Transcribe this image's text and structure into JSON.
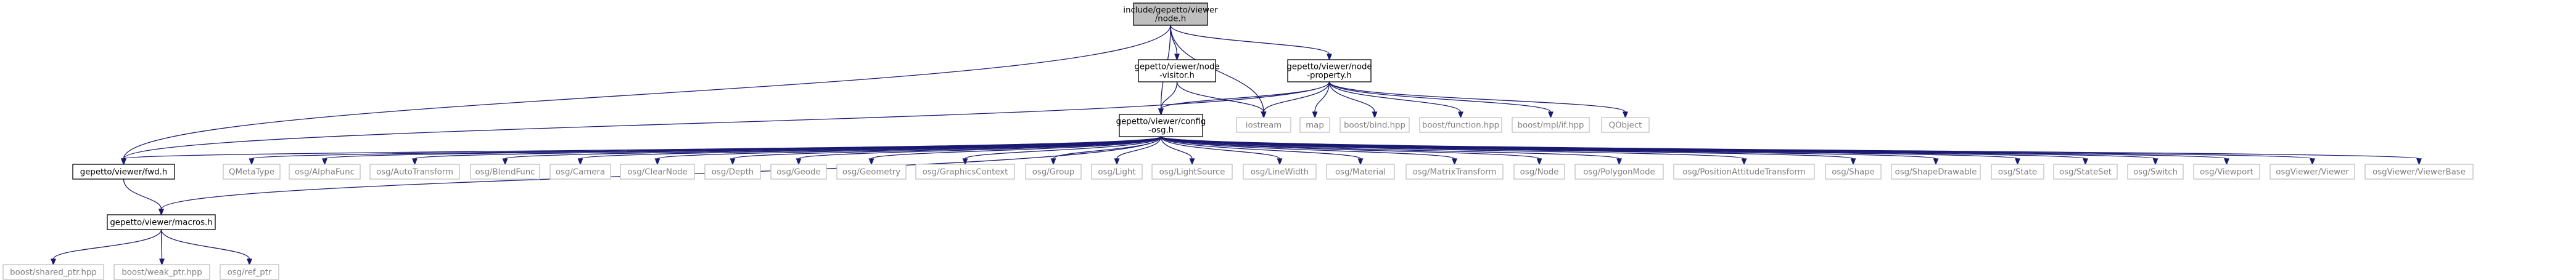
{
  "colors": {
    "edge": "#191970",
    "root_fill": "#bfbfbf",
    "internal_stroke": "#000000",
    "external_stroke": "#bfbfbf",
    "external_text": "#7f7f7f"
  },
  "nodes": [
    {
      "id": "node_h",
      "kind": "root",
      "lines": [
        "include/gepetto/viewer",
        "/node.h"
      ]
    },
    {
      "id": "node_visitor",
      "kind": "internal",
      "lines": [
        "gepetto/viewer/node",
        "-visitor.h"
      ]
    },
    {
      "id": "node_property",
      "kind": "internal",
      "lines": [
        "gepetto/viewer/node",
        "-property.h"
      ]
    },
    {
      "id": "config_osg",
      "kind": "internal",
      "lines": [
        "gepetto/viewer/config",
        "-osg.h"
      ]
    },
    {
      "id": "fwd",
      "kind": "internal",
      "lines": [
        "gepetto/viewer/fwd.h"
      ]
    },
    {
      "id": "macros",
      "kind": "internal",
      "lines": [
        "gepetto/viewer/macros.h"
      ]
    },
    {
      "id": "iostream",
      "kind": "external",
      "lines": [
        "iostream"
      ]
    },
    {
      "id": "map",
      "kind": "external",
      "lines": [
        "map"
      ]
    },
    {
      "id": "boost_bind",
      "kind": "external",
      "lines": [
        "boost/bind.hpp"
      ]
    },
    {
      "id": "boost_function",
      "kind": "external",
      "lines": [
        "boost/function.hpp"
      ]
    },
    {
      "id": "boost_mpl_if",
      "kind": "external",
      "lines": [
        "boost/mpl/if.hpp"
      ]
    },
    {
      "id": "qobject",
      "kind": "external",
      "lines": [
        "QObject"
      ]
    },
    {
      "id": "qmetatype",
      "kind": "external",
      "lines": [
        "QMetaType"
      ]
    },
    {
      "id": "osg_alphafunc",
      "kind": "external",
      "lines": [
        "osg/AlphaFunc"
      ]
    },
    {
      "id": "osg_autotransform",
      "kind": "external",
      "lines": [
        "osg/AutoTransform"
      ]
    },
    {
      "id": "osg_blendfunc",
      "kind": "external",
      "lines": [
        "osg/BlendFunc"
      ]
    },
    {
      "id": "osg_camera",
      "kind": "external",
      "lines": [
        "osg/Camera"
      ]
    },
    {
      "id": "osg_clearnode",
      "kind": "external",
      "lines": [
        "osg/ClearNode"
      ]
    },
    {
      "id": "osg_depth",
      "kind": "external",
      "lines": [
        "osg/Depth"
      ]
    },
    {
      "id": "osg_geode",
      "kind": "external",
      "lines": [
        "osg/Geode"
      ]
    },
    {
      "id": "osg_geometry",
      "kind": "external",
      "lines": [
        "osg/Geometry"
      ]
    },
    {
      "id": "osg_graphicscontext",
      "kind": "external",
      "lines": [
        "osg/GraphicsContext"
      ]
    },
    {
      "id": "osg_group",
      "kind": "external",
      "lines": [
        "osg/Group"
      ]
    },
    {
      "id": "osg_light",
      "kind": "external",
      "lines": [
        "osg/Light"
      ]
    },
    {
      "id": "osg_lightsource",
      "kind": "external",
      "lines": [
        "osg/LightSource"
      ]
    },
    {
      "id": "osg_linewidth",
      "kind": "external",
      "lines": [
        "osg/LineWidth"
      ]
    },
    {
      "id": "osg_material",
      "kind": "external",
      "lines": [
        "osg/Material"
      ]
    },
    {
      "id": "osg_matrixtransform",
      "kind": "external",
      "lines": [
        "osg/MatrixTransform"
      ]
    },
    {
      "id": "osg_node",
      "kind": "external",
      "lines": [
        "osg/Node"
      ]
    },
    {
      "id": "osg_polygonmode",
      "kind": "external",
      "lines": [
        "osg/PolygonMode"
      ]
    },
    {
      "id": "osg_pat",
      "kind": "external",
      "lines": [
        "osg/PositionAttitudeTransform"
      ]
    },
    {
      "id": "osg_shape",
      "kind": "external",
      "lines": [
        "osg/Shape"
      ]
    },
    {
      "id": "osg_shapedrawable",
      "kind": "external",
      "lines": [
        "osg/ShapeDrawable"
      ]
    },
    {
      "id": "osg_state",
      "kind": "external",
      "lines": [
        "osg/State"
      ]
    },
    {
      "id": "osg_stateset",
      "kind": "external",
      "lines": [
        "osg/StateSet"
      ]
    },
    {
      "id": "osg_switch",
      "kind": "external",
      "lines": [
        "osg/Switch"
      ]
    },
    {
      "id": "osg_viewport",
      "kind": "external",
      "lines": [
        "osg/Viewport"
      ]
    },
    {
      "id": "osgviewer_viewer",
      "kind": "external",
      "lines": [
        "osgViewer/Viewer"
      ]
    },
    {
      "id": "osgviewer_viewerbase",
      "kind": "external",
      "lines": [
        "osgViewer/ViewerBase"
      ]
    },
    {
      "id": "boost_shared_ptr",
      "kind": "external",
      "lines": [
        "boost/shared_ptr.hpp"
      ]
    },
    {
      "id": "boost_weak_ptr",
      "kind": "external",
      "lines": [
        "boost/weak_ptr.hpp"
      ]
    },
    {
      "id": "osg_ref_ptr",
      "kind": "external",
      "lines": [
        "osg/ref_ptr"
      ]
    }
  ],
  "edges": [
    [
      "node_h",
      "node_visitor"
    ],
    [
      "node_h",
      "node_property"
    ],
    [
      "node_h",
      "config_osg"
    ],
    [
      "node_h",
      "iostream"
    ],
    [
      "node_h",
      "fwd"
    ],
    [
      "node_visitor",
      "config_osg"
    ],
    [
      "node_visitor",
      "iostream"
    ],
    [
      "node_property",
      "iostream"
    ],
    [
      "node_property",
      "map"
    ],
    [
      "node_property",
      "boost_bind"
    ],
    [
      "node_property",
      "boost_function"
    ],
    [
      "node_property",
      "boost_mpl_if"
    ],
    [
      "node_property",
      "qobject"
    ],
    [
      "node_property",
      "fwd"
    ],
    [
      "node_property",
      "config_osg"
    ],
    [
      "config_osg",
      "fwd"
    ],
    [
      "config_osg",
      "macros"
    ],
    [
      "config_osg",
      "qmetatype"
    ],
    [
      "config_osg",
      "osg_alphafunc"
    ],
    [
      "config_osg",
      "osg_autotransform"
    ],
    [
      "config_osg",
      "osg_blendfunc"
    ],
    [
      "config_osg",
      "osg_camera"
    ],
    [
      "config_osg",
      "osg_clearnode"
    ],
    [
      "config_osg",
      "osg_depth"
    ],
    [
      "config_osg",
      "osg_geode"
    ],
    [
      "config_osg",
      "osg_geometry"
    ],
    [
      "config_osg",
      "osg_graphicscontext"
    ],
    [
      "config_osg",
      "osg_group"
    ],
    [
      "config_osg",
      "osg_light"
    ],
    [
      "config_osg",
      "osg_lightsource"
    ],
    [
      "config_osg",
      "osg_linewidth"
    ],
    [
      "config_osg",
      "osg_material"
    ],
    [
      "config_osg",
      "osg_matrixtransform"
    ],
    [
      "config_osg",
      "osg_node"
    ],
    [
      "config_osg",
      "osg_polygonmode"
    ],
    [
      "config_osg",
      "osg_pat"
    ],
    [
      "config_osg",
      "osg_shape"
    ],
    [
      "config_osg",
      "osg_shapedrawable"
    ],
    [
      "config_osg",
      "osg_state"
    ],
    [
      "config_osg",
      "osg_stateset"
    ],
    [
      "config_osg",
      "osg_switch"
    ],
    [
      "config_osg",
      "osg_viewport"
    ],
    [
      "config_osg",
      "osgviewer_viewer"
    ],
    [
      "config_osg",
      "osgviewer_viewerbase"
    ],
    [
      "fwd",
      "macros"
    ],
    [
      "macros",
      "boost_shared_ptr"
    ],
    [
      "macros",
      "boost_weak_ptr"
    ],
    [
      "macros",
      "osg_ref_ptr"
    ]
  ]
}
